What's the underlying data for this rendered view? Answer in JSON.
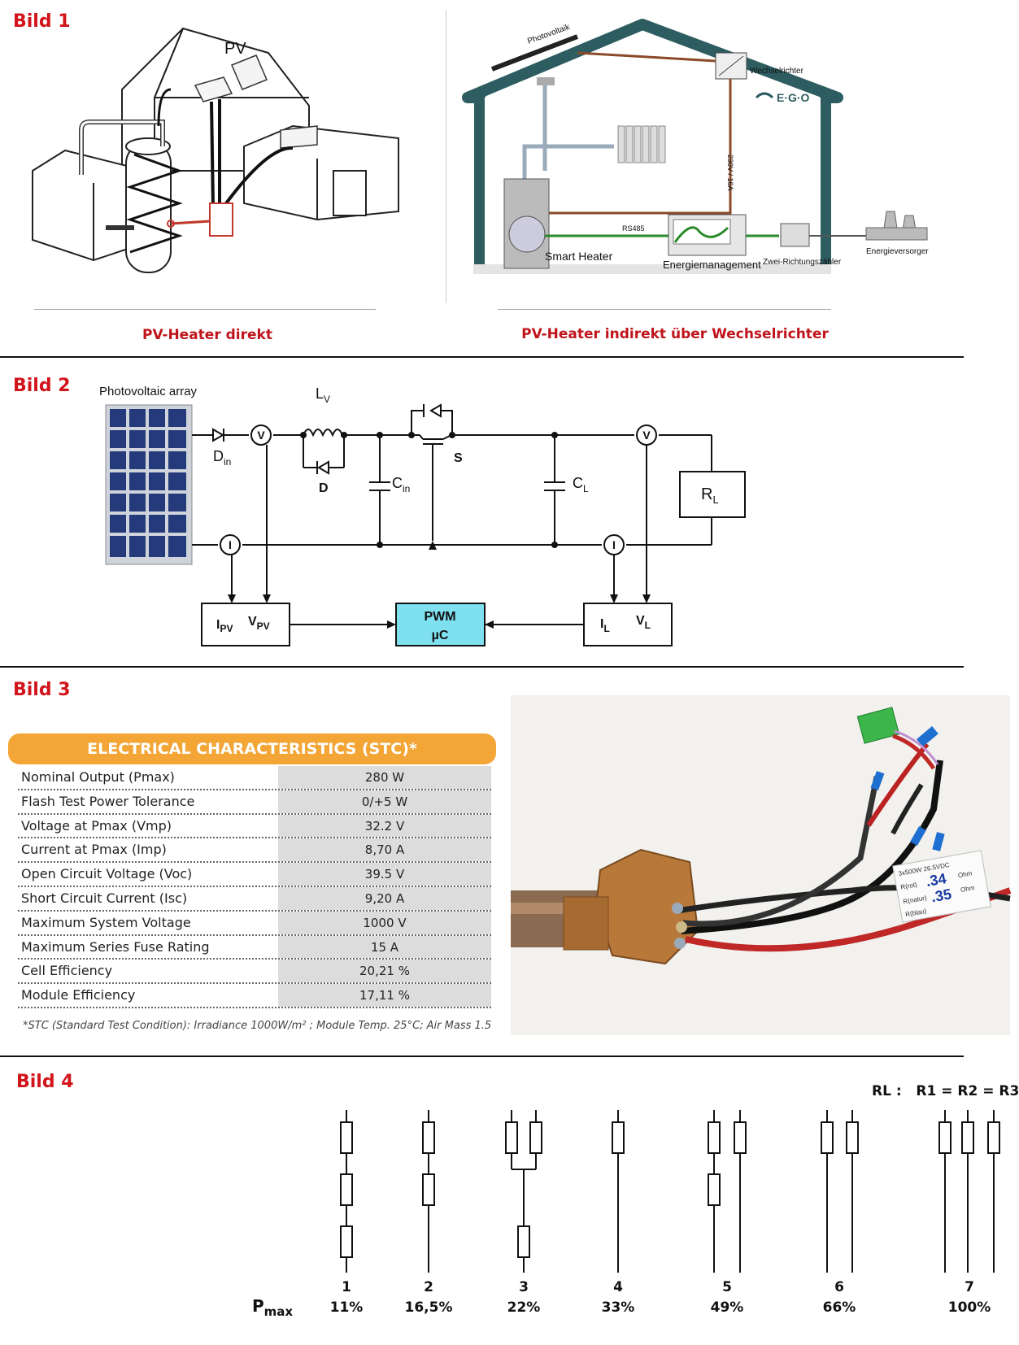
{
  "bild1": {
    "label": "Bild 1",
    "left": {
      "roof_label": "PV",
      "caption": "PV-Heater direkt"
    },
    "right": {
      "photovoltaik": "Photovoltaik",
      "wechselrichter": "Wechselrichter",
      "brand": "E·G·O",
      "cable": "230V / 16A",
      "rs485": "RS485",
      "smart_heater": "Smart Heater",
      "energiemanagement": "Energiemanagement",
      "zaehler": "Zwei-Richtungszähler",
      "versorger": "Energieversorger",
      "caption": "PV-Heater indirekt über Wechselrichter"
    }
  },
  "bild2": {
    "label": "Bild 2",
    "array_label": "Photovoltaic array",
    "din": "D",
    "din_sub": "in",
    "lv": "L",
    "lv_sub": "V",
    "d": "D",
    "cin": "C",
    "cin_sub": "in",
    "s": "S",
    "cl": "C",
    "cl_sub": "L",
    "rl": "R",
    "rl_sub": "L",
    "v_meter": "V",
    "i_meter": "I",
    "ipv": "I",
    "ipv_sub": "PV",
    "vpv": "V",
    "vpv_sub": "PV",
    "pwm": "PWM",
    "uc": "µC",
    "il": "I",
    "il_sub": "L",
    "vl": "V",
    "vl_sub": "L"
  },
  "bild3": {
    "label": "Bild 3",
    "table_title": "ELECTRICAL CHARACTERISTICS (STC)*",
    "rows": [
      {
        "k": "Nominal Output (Pmax)",
        "v": "280 W"
      },
      {
        "k": "Flash Test Power Tolerance",
        "v": "0/+5 W"
      },
      {
        "k": "Voltage at Pmax (Vmp)",
        "v": "32.2 V"
      },
      {
        "k": "Current at Pmax (Imp)",
        "v": "8,70 A"
      },
      {
        "k": "Open Circuit Voltage (Voc)",
        "v": "39.5 V"
      },
      {
        "k": "Short Circuit Current (Isc)",
        "v": "9,20 A"
      },
      {
        "k": "Maximum System Voltage",
        "v": "1000 V"
      },
      {
        "k": "Maximum Series Fuse Rating",
        "v": "15 A"
      },
      {
        "k": "Cell Efficiency",
        "v": "20,21 %"
      },
      {
        "k": "Module Efficiency",
        "v": "17,11 %"
      }
    ],
    "note": "*STC (Standard Test Condition): Irradiance 1000W/m² ; Module Temp. 25°C; Air Mass 1.5",
    "photo_label": {
      "l1": "3x500W 26.5VDC",
      "r_rot": "R(rot)",
      "r_rot_val": ".34",
      "r_natur": "R(natur)",
      "r_natur_val": ".35",
      "r_blau": "R(blau)",
      "ohm": "Ohm"
    }
  },
  "bild4": {
    "label": "Bild 4",
    "rl_label": "RL :   R1 = R2 = R3",
    "pmax": "P",
    "pmax_sub": "max",
    "configs": [
      {
        "n": "1",
        "pct": "11%"
      },
      {
        "n": "2",
        "pct": "16,5%"
      },
      {
        "n": "3",
        "pct": "22%"
      },
      {
        "n": "4",
        "pct": "33%"
      },
      {
        "n": "5",
        "pct": "49%"
      },
      {
        "n": "6",
        "pct": "66%"
      },
      {
        "n": "7",
        "pct": "100%"
      }
    ]
  }
}
